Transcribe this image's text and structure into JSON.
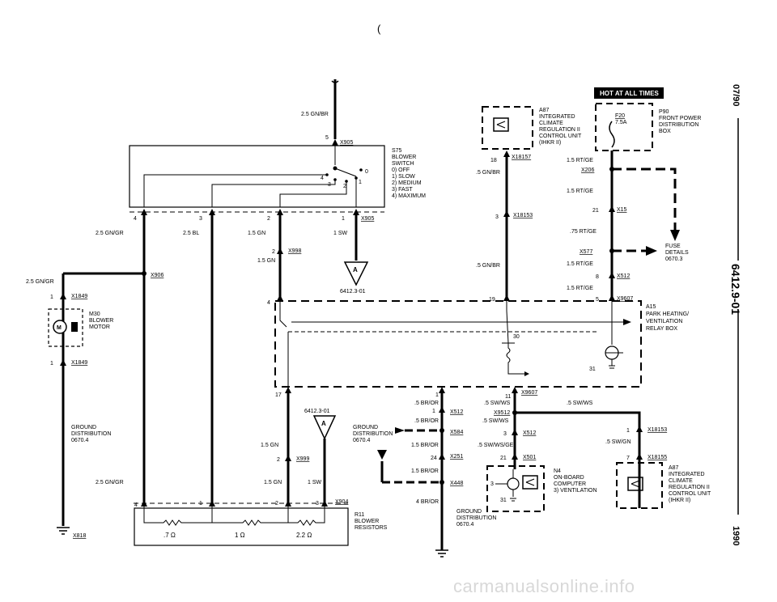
{
  "page": {
    "side_code": "07/90",
    "side_number": "6412.9-01",
    "side_year": "1990",
    "top_mark": "(",
    "watermark": "carmanualsonline.info"
  },
  "hot_badge": "HOT AT ALL TIMES",
  "s75": {
    "lines": [
      "S75",
      "BLOWER",
      "SWITCH",
      "0)  OFF",
      "1)  SLOW",
      "2)  MEDIUM",
      "3)  FAST",
      "4)  MAXIMUM"
    ],
    "top_wire": "2.5 GN/BR",
    "top_pin": "5",
    "top_conn": "X905",
    "pos": [
      "4",
      "3",
      "2",
      "1",
      "0"
    ],
    "pin4": "4",
    "pin3": "3",
    "pin2": "2",
    "pin1": "1",
    "conn_bottom": "X905",
    "w4": "2.5 GN/GR",
    "w3": "2.5 BL",
    "w2": "1.5 GN",
    "w1": "1 SW"
  },
  "x998": {
    "pin": "2",
    "conn": "X998",
    "wire": "1.5 GN"
  },
  "ground_a1": {
    "letter": "A",
    "ref": "6412.3-01"
  },
  "x906": {
    "wire": "2.5 GN/GR",
    "conn": "X906"
  },
  "m30": {
    "lines": [
      "M30",
      "BLOWER",
      "MOTOR"
    ],
    "conn_top": "X1849",
    "pin_top": "1",
    "conn_bot": "X1849",
    "pin_bot": "1",
    "motor_symbol": "M"
  },
  "ground_left": {
    "lines": [
      "GROUND",
      "DISTRIBUTION",
      "0670.4"
    ],
    "conn": "X818"
  },
  "a87_top": {
    "lines": [
      "A87",
      "INTEGRATED",
      "CLIMATE",
      "REGULATION II",
      "CONTROL UNIT",
      "(IHKR II)"
    ],
    "pin": "18",
    "conn": "X18157"
  },
  "p90": {
    "lines": [
      "P90",
      "FRONT POWER",
      "DISTRIBUTION",
      "BOX"
    ],
    "fuse": "F20",
    "amps": "7.5A"
  },
  "right_wires": {
    "w1": "1.5 RT/GE",
    "x206": "X206",
    "w2": "1.5 RT/GE",
    "pin21": "21",
    "x15": "X15",
    "w3": ".75 RT/GE",
    "x577": "X577",
    "w4": "1.5 RT/GE",
    "pin8": "8",
    "x512": "X512",
    "w5": "1.5 RT/GE",
    "pin5": "5",
    "x9607": "X9607"
  },
  "fuse_details": {
    "lines": [
      "FUSE",
      "DETAILS",
      "0670.3"
    ]
  },
  "center_wires": {
    "w1": ".5 GN/BR",
    "pin3": "3",
    "x18153": "X18153",
    "w2": ".5 GN/BR",
    "pin19": "19"
  },
  "a15": {
    "lines": [
      "A15",
      "PARK HEATING/",
      "VENTILATION",
      "RELAY BOX"
    ],
    "pin4": "4",
    "pin30": "30",
    "pin31": "31",
    "pin17": "17",
    "pin1": "1",
    "pin11": "11",
    "x9607": "X9607"
  },
  "lower_center": {
    "w_br_or": ".5 BR/OR",
    "pin1": "1",
    "x512": "X512",
    "w_br_or2": ".5 BR/OR",
    "x584": "X584",
    "w_br_or3": "1.5 BR/OR",
    "pin24": "24",
    "x251": "X251",
    "w_br_or4": "1.5 BR/OR",
    "x448": "X448",
    "w_br_or5": "4 BR/OR"
  },
  "ground_mid": {
    "lines": [
      "GROUND",
      "DISTRIBUTION",
      "0670.4"
    ]
  },
  "ground_bottom": {
    "lines": [
      "GROUND",
      "DISTRIBUTION",
      "0670.4"
    ]
  },
  "sw_wires": {
    "w1": ".5 SW/WS",
    "x9512": "X9512",
    "w2": ".5 SW/WS",
    "pin3": "3",
    "x512": "X512",
    "w3": ".5 SW/WS/GE",
    "pin21": "21",
    "x501": "X501",
    "w_right": ".5 SW/WS"
  },
  "n4": {
    "lines": [
      "N4",
      "ON-BOARD",
      "COMPUTER",
      "3)  VENTILATION"
    ],
    "pin3": "3",
    "pin31": "31"
  },
  "a87_bottom": {
    "lines": [
      "A87",
      "INTEGRATED",
      "CLIMATE",
      "REGULATION II",
      "CONTROL UNIT",
      "(IHKR II)"
    ],
    "pin1": "1",
    "x18153": "X18153",
    "wire": ".5 SW/GN",
    "pin7": "7",
    "x18155": "X18155"
  },
  "ground_a2": {
    "letter": "A",
    "ref": "6412.3-01"
  },
  "x999": {
    "wire1": "1.5 GN",
    "pin": "2",
    "conn": "X999",
    "wire2": "1.5 GN",
    "wire3": "1 SW"
  },
  "r11": {
    "lines": [
      "R11",
      "BLOWER",
      "RESISTORS"
    ],
    "left_wire": "2.5 GN/GR",
    "pin4": "4",
    "pin1": "1",
    "pin2": "2",
    "pin3": "3",
    "conn": "X904",
    "r1": ".7 Ω",
    "r2": "1 Ω",
    "r3": "2.2 Ω"
  }
}
